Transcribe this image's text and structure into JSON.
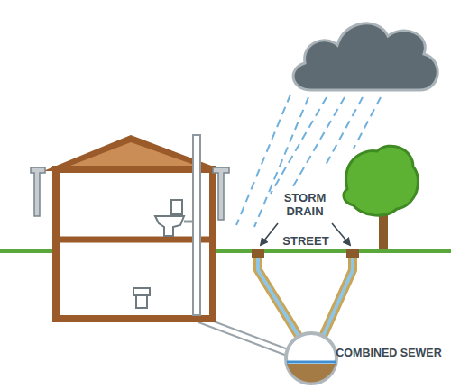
{
  "diagram": {
    "labels": [
      "STORM DRAIN",
      "STREET",
      "COMBINED SEWER"
    ]
  }
}
